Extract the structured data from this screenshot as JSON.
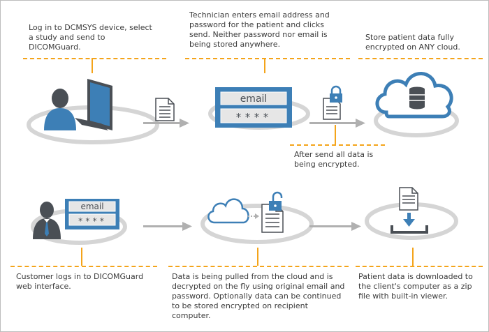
{
  "steps": [
    {
      "id": "login-send",
      "caption": "Log in to DCMSYS device, select a study and send to DICOMGuard."
    },
    {
      "id": "enter-credentials",
      "caption": "Technician enters email address and password for the patient and clicks send. Neither password nor email is being stored anywhere."
    },
    {
      "id": "store-cloud",
      "caption": "Store patient data fully encrypted on ANY cloud."
    },
    {
      "id": "encrypt",
      "caption": "After send all data is being encrypted."
    },
    {
      "id": "customer-login",
      "caption": "Customer logs in to DICOMGuard web interface."
    },
    {
      "id": "pull-decrypt",
      "caption": "Data is being pulled from the cloud and is decrypted on the fly using original email and password. Optionally data can be continued to be stored encrypted on recipient computer."
    },
    {
      "id": "download",
      "caption": "Patient data is downloaded to the client's computer as a zip file with built-in viewer."
    }
  ],
  "form": {
    "email_label": "email",
    "password_mask": "****"
  },
  "colors": {
    "accent": "#f4a41a",
    "blue": "#3d7fb6",
    "dark": "#4a4f55",
    "arrow": "#b0b0b0"
  }
}
